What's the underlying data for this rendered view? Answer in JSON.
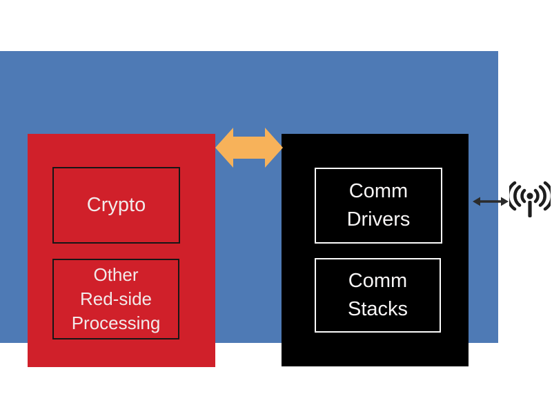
{
  "diagram": {
    "red_group": {
      "crypto_label": "Crypto",
      "other_line1": "Other",
      "other_line2": "Red-side",
      "other_line3": "Processing"
    },
    "black_group": {
      "drivers_line1": "Comm",
      "drivers_line2": "Drivers",
      "stacks_line1": "Comm",
      "stacks_line2": "Stacks"
    },
    "icons": {
      "link_arrow": "bidirectional-arrow-icon",
      "io_arrow": "bidirectional-arrow-icon",
      "radio": "antenna-icon"
    },
    "colors": {
      "panel_blue": "#4E7AB5",
      "block_red": "#D0202A",
      "block_black": "#000000",
      "arrow_orange": "#F7B25A",
      "arrow_dark": "#2B2B2B",
      "text_on_red": "#F2EAEA",
      "text_on_black": "#F7F5F5",
      "page_background": "#FFFFFF"
    }
  }
}
